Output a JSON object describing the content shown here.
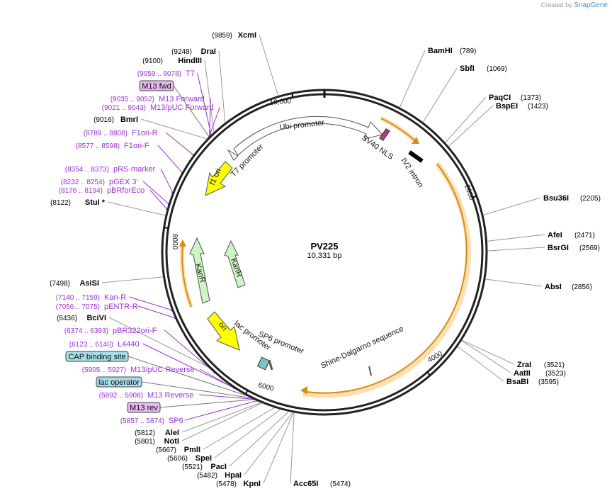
{
  "credit": {
    "prefix": "Created by",
    "brand": "SnapGene"
  },
  "plasmid": {
    "name": "PV225",
    "size": "10,331 bp",
    "length": 10331
  },
  "colors": {
    "primer": "#9b30d8",
    "orange": "#f5a623",
    "green": "#ccf5c4",
    "yellow": "#ffff00",
    "box_teal": "#a8dde8",
    "box_purple": "#e6b8f0"
  },
  "enzymes": [
    {
      "name": "XcmI",
      "pos": "(9859)",
      "bp": 9859
    },
    {
      "name": "DraI",
      "pos": "(9248)",
      "bp": 9248
    },
    {
      "name": "HindIII",
      "pos": "(9100)",
      "bp": 9100
    },
    {
      "name": "BmrI",
      "pos": "(9016)",
      "bp": 9016
    },
    {
      "name": "StuI *",
      "pos": "(8122)",
      "bp": 8122
    },
    {
      "name": "AsiSI",
      "pos": "(7498)",
      "bp": 7498
    },
    {
      "name": "BciVI",
      "pos": "(6436)",
      "bp": 6436
    },
    {
      "name": "AleI",
      "pos": "(5812)",
      "bp": 5812
    },
    {
      "name": "NotI",
      "pos": "(5801)",
      "bp": 5801
    },
    {
      "name": "PmlI",
      "pos": "(5667)",
      "bp": 5667
    },
    {
      "name": "SpeI",
      "pos": "(5606)",
      "bp": 5606
    },
    {
      "name": "PacI",
      "pos": "(5521)",
      "bp": 5521
    },
    {
      "name": "HpaI",
      "pos": "(5482)",
      "bp": 5482
    },
    {
      "name": "KpnI",
      "pos": "(5478)",
      "bp": 5478
    },
    {
      "name": "Acc65I",
      "pos": "(5474)",
      "bp": 5474
    },
    {
      "name": "BamHI",
      "pos": "(789)",
      "bp": 789
    },
    {
      "name": "SbfI",
      "pos": "(1069)",
      "bp": 1069
    },
    {
      "name": "PaqCI",
      "pos": "(1373)",
      "bp": 1373
    },
    {
      "name": "BspEI",
      "pos": "(1423)",
      "bp": 1423
    },
    {
      "name": "Bsu36I",
      "pos": "(2205)",
      "bp": 2205
    },
    {
      "name": "AfeI",
      "pos": "(2471)",
      "bp": 2471
    },
    {
      "name": "BsrGI",
      "pos": "(2569)",
      "bp": 2569
    },
    {
      "name": "AbsI",
      "pos": "(2856)",
      "bp": 2856
    },
    {
      "name": "ZraI",
      "pos": "(3521)",
      "bp": 3521
    },
    {
      "name": "AatII",
      "pos": "(3523)",
      "bp": 3523
    },
    {
      "name": "BsaBI",
      "pos": "(3595)",
      "bp": 3595
    }
  ],
  "primers": [
    {
      "name": "T7",
      "pos": "(9059 .. 9078)",
      "bp": 9068
    },
    {
      "name": "M13 Forward",
      "pos": "(9035 .. 9052)",
      "bp": 9043
    },
    {
      "name": "M13/pUC Forward",
      "pos": "(9021 .. 9043)",
      "bp": 9032
    },
    {
      "name": "F1ori-R",
      "pos": "(8789 .. 8808)",
      "bp": 8798
    },
    {
      "name": "F1ori-F",
      "pos": "(8577 .. 8598)",
      "bp": 8587
    },
    {
      "name": "pRS-marker",
      "pos": "(8354 .. 8373)",
      "bp": 8363
    },
    {
      "name": "pGEX 3'",
      "pos": "(8232 .. 8254)",
      "bp": 8243
    },
    {
      "name": "pBRforEco",
      "pos": "(8176 .. 8194)",
      "bp": 8185
    },
    {
      "name": "Kan-R",
      "pos": "(7140 .. 7159)",
      "bp": 7150
    },
    {
      "name": "pENTR-R",
      "pos": "(7056 .. 7075)",
      "bp": 7065
    },
    {
      "name": "pBR322ori-F",
      "pos": "(6374 .. 6393)",
      "bp": 6383
    },
    {
      "name": "L4440",
      "pos": "(6123 .. 6140)",
      "bp": 6131
    },
    {
      "name": "M13/pUC Reverse",
      "pos": "(5905 .. 5927)",
      "bp": 5916
    },
    {
      "name": "M13 Reverse",
      "pos": "(5892 .. 5908)",
      "bp": 5900
    },
    {
      "name": "SP6",
      "pos": "(5857 .. 5874)",
      "bp": 5865
    }
  ],
  "boxed_labels": [
    {
      "name": "M13 fwd",
      "kind": "primer-site",
      "bp": 9040
    },
    {
      "name": "CAP binding site",
      "kind": "protein-bind",
      "bp": 5970
    },
    {
      "name": "lac operator",
      "kind": "protein-bind",
      "bp": 5930
    },
    {
      "name": "M13 rev",
      "kind": "primer-site",
      "bp": 5895
    }
  ],
  "features": [
    {
      "name": "Ubi promoter"
    },
    {
      "name": "SV40 NLS"
    },
    {
      "name": "IV2 intron"
    },
    {
      "name": "T7 promoter"
    },
    {
      "name": "f1 ori"
    },
    {
      "name": "KanR"
    },
    {
      "name": "KanR"
    },
    {
      "name": "ori"
    },
    {
      "name": "lac promoter"
    },
    {
      "name": "SP6 promoter"
    },
    {
      "name": "Shine-Dalgarno sequence"
    }
  ],
  "ticks": [
    "10,000",
    "2000",
    "4000",
    "6000",
    "8000"
  ]
}
